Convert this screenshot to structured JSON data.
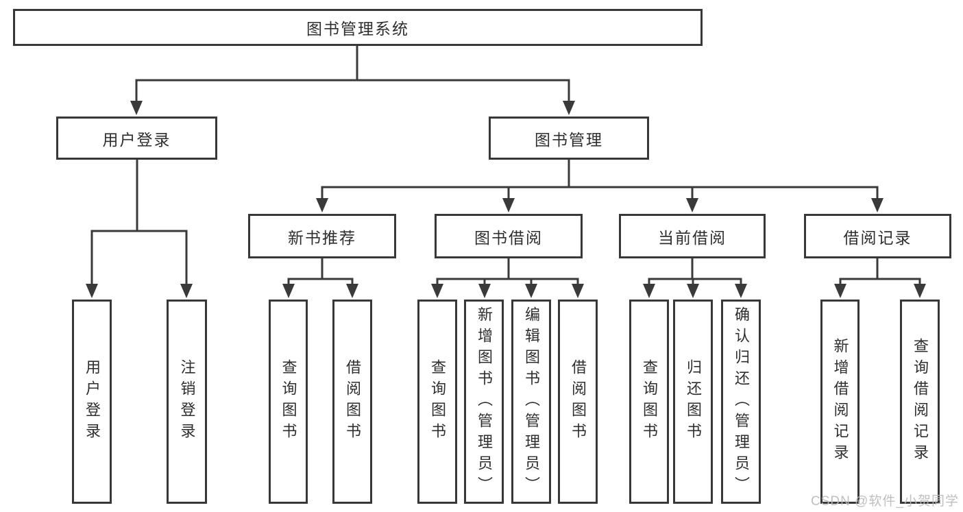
{
  "diagram": {
    "tree": {
      "root": {
        "label": "图书管理系统"
      },
      "level2": [
        {
          "label": "用户登录",
          "children": [
            {
              "label": "用户登录"
            },
            {
              "label": "注销登录"
            }
          ]
        },
        {
          "label": "图书管理",
          "children": [
            {
              "label": "新书推荐",
              "children": [
                {
                  "label": "查询图书"
                },
                {
                  "label": "借阅图书"
                }
              ]
            },
            {
              "label": "图书借阅",
              "children": [
                {
                  "label": "查询图书"
                },
                {
                  "label": "新增图书（管理员）"
                },
                {
                  "label": "编辑图书（管理员）"
                },
                {
                  "label": "借阅图书"
                }
              ]
            },
            {
              "label": "当前借阅",
              "children": [
                {
                  "label": "查询图书"
                },
                {
                  "label": "归还图书"
                },
                {
                  "label": "确认归还（管理员）"
                }
              ]
            },
            {
              "label": "借阅记录",
              "children": [
                {
                  "label": "新增借阅记录"
                },
                {
                  "label": "查询借阅记录"
                }
              ]
            }
          ]
        }
      ]
    },
    "watermark": "CSDN @软件_小贺同学",
    "colors": {
      "line": "#3a3a3a",
      "box_border": "#383838",
      "box_background": "#ffffff",
      "page_background": "#ffffff",
      "watermark": "#bababa"
    }
  }
}
